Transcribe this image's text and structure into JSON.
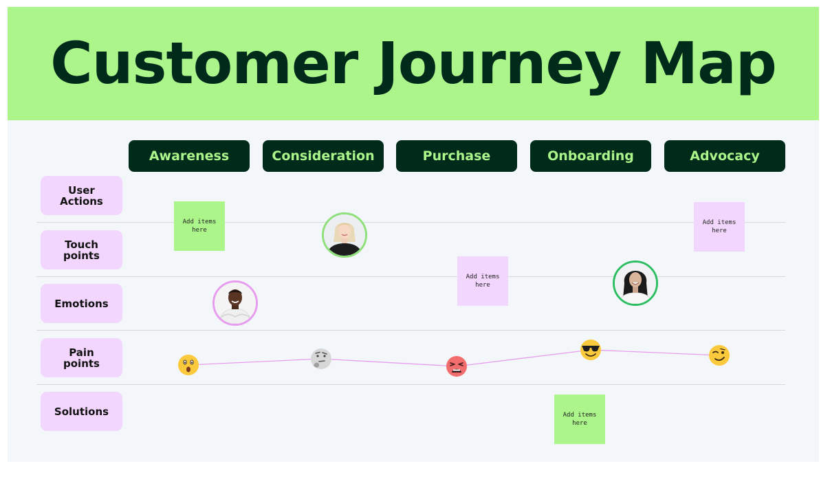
{
  "title": "Customer Journey Map",
  "stages": [
    {
      "label": "Awareness"
    },
    {
      "label": "Consideration"
    },
    {
      "label": "Purchase"
    },
    {
      "label": "Onboarding"
    },
    {
      "label": "Advocacy"
    }
  ],
  "rows": [
    {
      "label": "User\nActions"
    },
    {
      "label": "Touch\npoints"
    },
    {
      "label": "Emotions"
    },
    {
      "label": "Pain\npoints"
    },
    {
      "label": "Solutions"
    }
  ],
  "sticky_notes": [
    {
      "text": "Add items here",
      "color": "#abf58b"
    },
    {
      "text": "Add items here",
      "color": "#f2d6fd"
    },
    {
      "text": "Add items here",
      "color": "#f2d6fd"
    },
    {
      "text": "Add items here",
      "color": "#abf58b"
    }
  ],
  "avatars": [
    {
      "name": "avatar-person-1",
      "ring_color": "#e79cf0"
    },
    {
      "name": "avatar-person-2",
      "ring_color": "#8fe07a"
    },
    {
      "name": "avatar-person-3",
      "ring_color": "#2dbe63"
    }
  ],
  "emotions": [
    {
      "icon": "astonished-face-icon"
    },
    {
      "icon": "thinking-face-icon"
    },
    {
      "icon": "weary-face-icon"
    },
    {
      "icon": "sunglasses-face-icon"
    },
    {
      "icon": "winking-face-icon"
    }
  ],
  "colors": {
    "brand_green": "#abf58b",
    "dark_green": "#002b1b",
    "light_pink": "#f2d6fd",
    "journey_line": "#e79cf0",
    "board_background": "#f4f7fa"
  }
}
